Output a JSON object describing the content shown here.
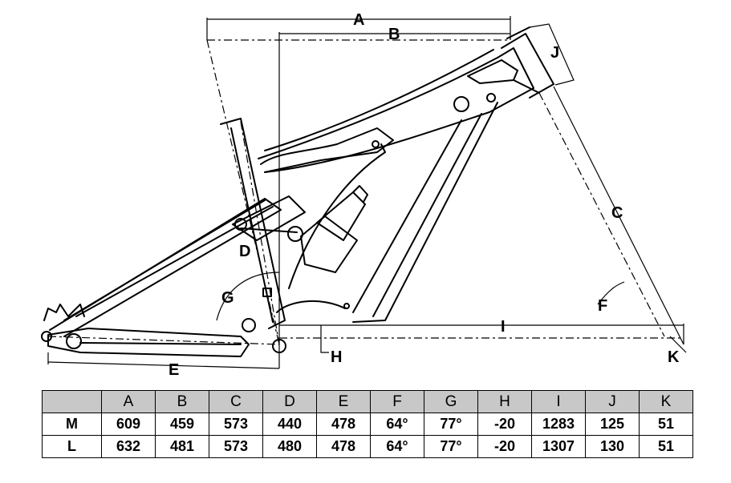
{
  "diagram": {
    "labels": [
      "A",
      "B",
      "C",
      "D",
      "E",
      "F",
      "G",
      "H",
      "I",
      "J",
      "K"
    ]
  },
  "table": {
    "corner": "",
    "columns": [
      "A",
      "B",
      "C",
      "D",
      "E",
      "F",
      "G",
      "H",
      "I",
      "J",
      "K"
    ],
    "rows": [
      {
        "size": "M",
        "values": [
          "609",
          "459",
          "573",
          "440",
          "478",
          "64°",
          "77°",
          "-20",
          "1283",
          "125",
          "51"
        ]
      },
      {
        "size": "L",
        "values": [
          "632",
          "481",
          "573",
          "480",
          "478",
          "64°",
          "77°",
          "-20",
          "1307",
          "130",
          "51"
        ]
      }
    ]
  }
}
